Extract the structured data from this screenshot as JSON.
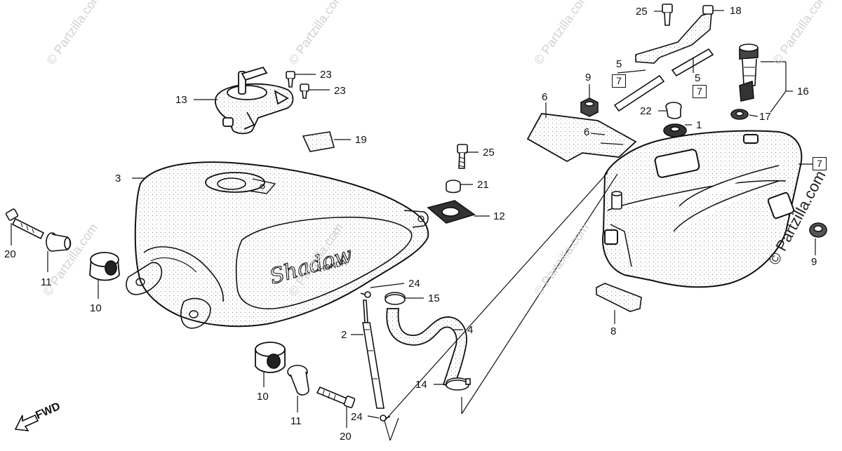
{
  "watermark": {
    "text": "© Partzilla.com",
    "corner_text": "© Partzilla.com"
  },
  "fwd_label": "FWD",
  "tank_logo": {
    "script": "Shadow",
    "brand": "HONDA"
  },
  "callouts": [
    {
      "id": "c3",
      "text": "3"
    },
    {
      "id": "c13",
      "text": "13"
    },
    {
      "id": "c23a",
      "text": "23"
    },
    {
      "id": "c23b",
      "text": "23"
    },
    {
      "id": "c19",
      "text": "19"
    },
    {
      "id": "c25a",
      "text": "25"
    },
    {
      "id": "c21",
      "text": "21"
    },
    {
      "id": "c12",
      "text": "12"
    },
    {
      "id": "c20a",
      "text": "20"
    },
    {
      "id": "c11a",
      "text": "11"
    },
    {
      "id": "c10a",
      "text": "10"
    },
    {
      "id": "c24a",
      "text": "24"
    },
    {
      "id": "c15",
      "text": "15"
    },
    {
      "id": "c2",
      "text": "2"
    },
    {
      "id": "c4",
      "text": "4"
    },
    {
      "id": "c14",
      "text": "14"
    },
    {
      "id": "c10b",
      "text": "10"
    },
    {
      "id": "c11b",
      "text": "11"
    },
    {
      "id": "c20b",
      "text": "20"
    },
    {
      "id": "c24b",
      "text": "24"
    },
    {
      "id": "c25b",
      "text": "25"
    },
    {
      "id": "c18",
      "text": "18"
    },
    {
      "id": "c5a",
      "text": "5"
    },
    {
      "id": "c5b",
      "text": "5"
    },
    {
      "id": "c9a",
      "text": "9"
    },
    {
      "id": "c22",
      "text": "22"
    },
    {
      "id": "c1",
      "text": "1"
    },
    {
      "id": "c6a",
      "text": "6"
    },
    {
      "id": "c6b",
      "text": "6"
    },
    {
      "id": "c16",
      "text": "16"
    },
    {
      "id": "c17",
      "text": "17"
    },
    {
      "id": "c8",
      "text": "8"
    },
    {
      "id": "c9b",
      "text": "9"
    }
  ],
  "reference_boxes": [
    {
      "id": "r7a",
      "text": "7"
    },
    {
      "id": "r7b",
      "text": "7"
    },
    {
      "id": "r7c",
      "text": "7"
    }
  ]
}
